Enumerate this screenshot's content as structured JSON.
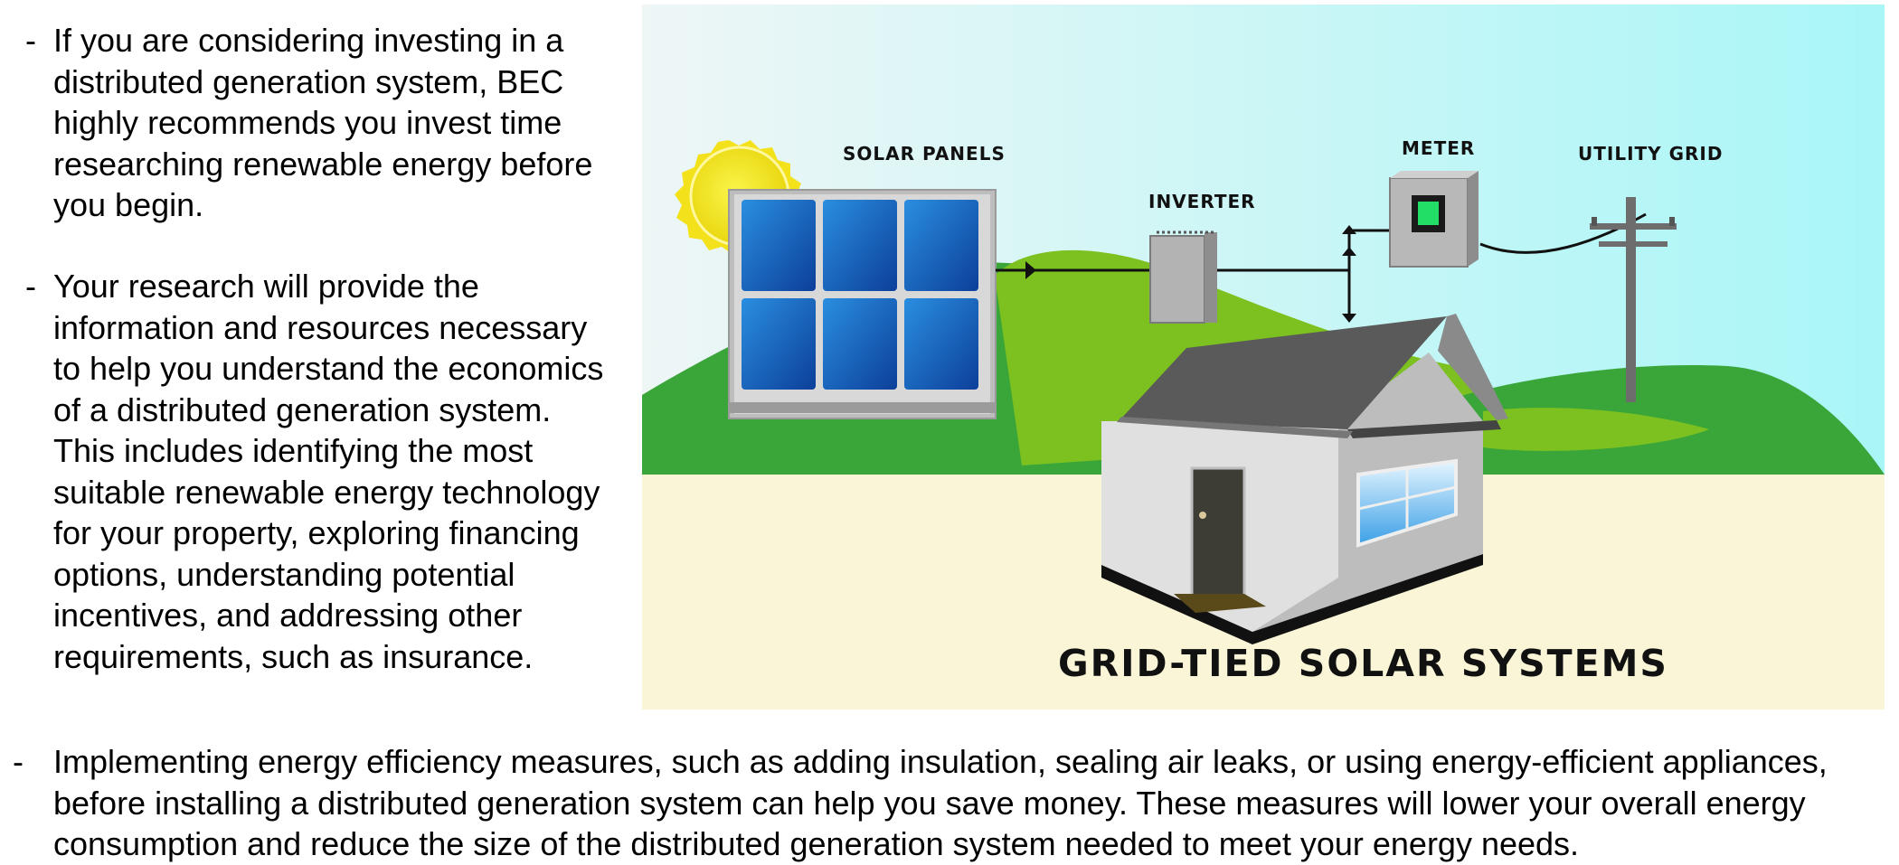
{
  "bullets": [
    {
      "marker": "-",
      "text": "If you are considering investing in a distributed generation system, BEC highly recommends you invest time researching renewable energy before you begin."
    },
    {
      "marker": "-",
      "text": "Your research will provide the information and resources necessary to help you understand the economics of a distributed generation system. This includes identifying the most suitable renewable energy technology for your property, exploring financing options, understanding potential incentives, and addressing other requirements, such as insurance."
    },
    {
      "marker": "-",
      "text": "Implementing energy efficiency measures, such as adding insulation, sealing air leaks, or using energy-efficient appliances, before installing a distributed generation system can help you save money. These measures will lower your overall energy consumption and reduce the size of the distributed generation system needed to meet your energy needs."
    }
  ],
  "diagram": {
    "title": "GRID-TIED SOLAR SYSTEMS",
    "labels": {
      "solar_panels": "SOLAR PANELS",
      "inverter": "INVERTER",
      "meter": "METER",
      "utility_grid": "UTILITY GRID"
    },
    "icons": [
      "sun-icon",
      "solar-panel-icon",
      "inverter-icon",
      "meter-icon",
      "utility-pole-icon",
      "house-icon"
    ],
    "colors": {
      "sky": "#a9f6f7",
      "ground": "#f9f5d6",
      "hill_dark": "#3aa63a",
      "hill_light": "#7cc11f",
      "panel_blue": "#1e6fc4",
      "sun": "#f0e21a",
      "meter_display": "#22dd66",
      "roof": "#5a5a5a"
    }
  }
}
